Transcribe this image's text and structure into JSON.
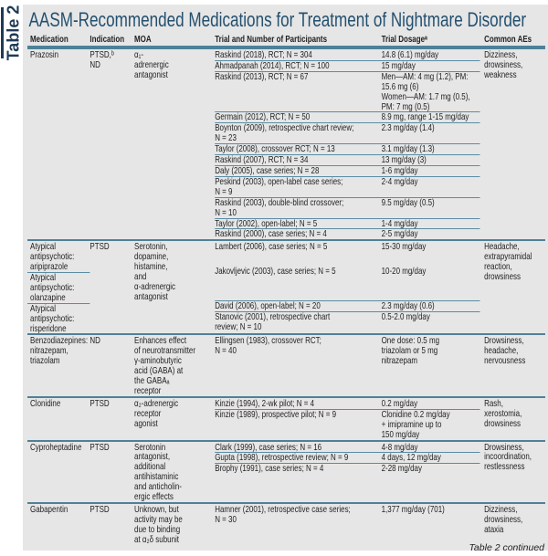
{
  "table_label": "Table 2",
  "title": "AASM-Recommended Medications for Treatment of Nightmare Disorder",
  "headers": {
    "medication": "Medication",
    "indication": "Indication",
    "moa": "MOA",
    "trial": "Trial and Number of Participants",
    "dosage": "Trial Dosageᵃ",
    "aes": "Common AEs"
  },
  "accent_color": "#4e8198",
  "title_color": "#24506f",
  "groups": [
    {
      "medications": [
        "Prazosin"
      ],
      "indication": "PTSD,ᵇ\nND",
      "moa": "α₁-\nadrenergic\nantagonist",
      "aes": "Dizziness,\ndrowsiness,\nweakness",
      "trials": [
        {
          "trial": "Raskind (2018), RCT; N = 304",
          "dosage": "14.8 (6.1) mg/day"
        },
        {
          "trial": "Ahmadpanah (2014), RCT; N = 100",
          "dosage": "15 mg/day"
        },
        {
          "trial": "Raskind (2013), RCT; N = 67",
          "dosage": "Men—AM: 4 mg (1.2), PM:\n15.6 mg (6)\nWomen—AM: 1.7 mg (0.5),\nPM: 7 mg (0.5)"
        },
        {
          "trial": "Germain (2012), RCT; N = 50",
          "dosage": "8.9 mg, range 1-15 mg/day"
        },
        {
          "trial": "Boynton (2009), retrospective chart review;\nN = 23",
          "dosage": "2.3 mg/day (1.4)"
        },
        {
          "trial": "Taylor (2008), crossover RCT; N = 13",
          "dosage": "3.1 mg/day (1.3)"
        },
        {
          "trial": "Raskind (2007), RCT; N = 34",
          "dosage": "13 mg/day (3)"
        },
        {
          "trial": "Daly (2005), case series; N = 28",
          "dosage": "1-6 mg/day"
        },
        {
          "trial": "Peskind (2003), open-label case series;\nN = 9",
          "dosage": "2-4 mg/day"
        },
        {
          "trial": "Raskind (2003), double-blind crossover;\nN = 10",
          "dosage": "9.5 mg/day (0.5)"
        },
        {
          "trial": "Taylor (2002), open-label; N = 5",
          "dosage": "1-4 mg/day"
        },
        {
          "trial": "Raskind (2000), case series; N = 4",
          "dosage": "2-5 mg/day"
        }
      ]
    },
    {
      "medications": [
        "Atypical\nantipsychotic:\naripiprazole",
        "Atypical\nantipsychotic:\nolanzapine",
        "Atypical\nantipsychotic:\nrisperidone"
      ],
      "indication": "PTSD",
      "moa": "Serotonin,\ndopamine,\nhistamine,\nand\nα-adrenergic\nantagonist",
      "aes": "Headache,\nextrapyramidal\nreaction,\ndrowsiness",
      "trials": [
        {
          "trial": "Lambert (2006), case series; N = 5",
          "dosage": "15-30 mg/day"
        },
        {
          "trial": "Jakovljevic (2003), case series; N = 5",
          "dosage": "10-20 mg/day"
        },
        {
          "trial": "David (2006), open-label; N = 20",
          "dosage": "2.3 mg/day (0.6)"
        },
        {
          "trial": "Stanovic (2001), retrospective chart\nreview; N = 10",
          "dosage": "0.5-2.0 mg/day"
        }
      ]
    },
    {
      "medications": [
        "Benzodiazepines:\nnitrazepam,\ntriazolam"
      ],
      "indication": "ND",
      "moa": "Enhances effect\nof neurotransmitter\nγ-aminobutyric\nacid (GABA) at\nthe GABAₐ\nreceptor",
      "aes": "Drowsiness,\nheadache,\nnervousness",
      "trials": [
        {
          "trial": "Ellingsen (1983), crossover RCT;\nN = 40",
          "dosage": "One dose: 0.5 mg\ntriazolam or 5 mg\nnitrazepam"
        }
      ]
    },
    {
      "medications": [
        "Clonidine"
      ],
      "indication": "PTSD",
      "moa": "α₂-adrenergic\nreceptor\nagonist",
      "aes": "Rash,\nxerostomia,\ndrowsiness",
      "trials": [
        {
          "trial": "Kinzie (1994), 2-wk pilot; N = 4",
          "dosage": "0.2 mg/day"
        },
        {
          "trial": "Kinzie (1989), prospective pilot; N = 9",
          "dosage": "Clonidine 0.2 mg/day\n+ imipramine up to\n150 mg/day"
        }
      ]
    },
    {
      "medications": [
        "Cyproheptadine"
      ],
      "indication": "PTSD",
      "moa": "Serotonin\nantagonist,\nadditional\nantihistaminic\nand anticholin-\nergic effects",
      "aes": "Drowsiness,\nincoordination,\nrestlessness",
      "trials": [
        {
          "trial": "Clark (1999), case series; N = 16",
          "dosage": "4-8 mg/day"
        },
        {
          "trial": "Gupta (1998), retrospective review; N = 9",
          "dosage": "4 days, 12 mg/day"
        },
        {
          "trial": "Brophy (1991), case series; N = 4",
          "dosage": "2-28 mg/day"
        }
      ]
    },
    {
      "medications": [
        "Gabapentin"
      ],
      "indication": "PTSD",
      "moa": "Unknown, but\nactivity may be\ndue to binding\nat α₂δ subunit",
      "aes": "Dizziness,\ndrowsiness,\nataxia",
      "trials": [
        {
          "trial": "Hamner (2001), retrospective case series;\nN = 30",
          "dosage": "1,377 mg/day (701)"
        }
      ]
    }
  ],
  "footer": "Table 2 continued"
}
